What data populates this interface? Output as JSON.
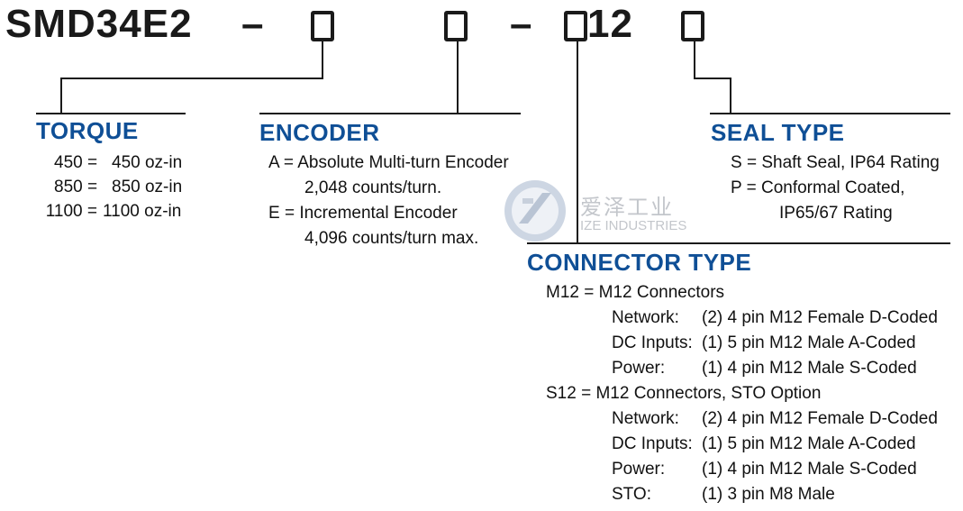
{
  "part_number": {
    "prefix": "SMD34E2",
    "dash1": "–",
    "dash2": "–",
    "fixed": "12"
  },
  "torque": {
    "heading": "TORQUE",
    "options": [
      {
        "code": "450 =",
        "desc": "450 oz-in"
      },
      {
        "code": "850 =",
        "desc": "850 oz-in"
      },
      {
        "code": "1100 =",
        "desc": "1100 oz-in"
      }
    ]
  },
  "encoder": {
    "heading": "ENCODER",
    "lines": [
      "A = Absolute Multi-turn Encoder",
      "2,048 counts/turn.",
      "E = Incremental Encoder",
      "4,096 counts/turn max."
    ]
  },
  "seal": {
    "heading": "SEAL TYPE",
    "lines": [
      "S = Shaft Seal, IP64 Rating",
      "P = Conformal Coated,",
      "IP65/67 Rating"
    ]
  },
  "connector": {
    "heading": "CONNECTOR TYPE",
    "m12_title": "M12 = M12 Connectors",
    "m12_rows": [
      {
        "label": "Network:",
        "value": "(2) 4 pin M12 Female D-Coded"
      },
      {
        "label": "DC Inputs:",
        "value": "(1) 5 pin M12 Male A-Coded"
      },
      {
        "label": "Power:",
        "value": "(1) 4 pin M12 Male S-Coded"
      }
    ],
    "s12_title": "S12 = M12 Connectors, STO Option",
    "s12_rows": [
      {
        "label": "Network:",
        "value": "(2) 4 pin M12 Female D-Coded"
      },
      {
        "label": "DC Inputs:",
        "value": "(1) 5 pin M12 Male A-Coded"
      },
      {
        "label": "Power:",
        "value": "(1) 4 pin M12 Male S-Coded"
      },
      {
        "label": "STO:",
        "value": "(1) 3 pin M8 Male"
      }
    ]
  },
  "watermark": {
    "cn": "爱泽工业",
    "en": "IZE INDUSTRIES",
    "icon": "ize-logo-icon"
  }
}
